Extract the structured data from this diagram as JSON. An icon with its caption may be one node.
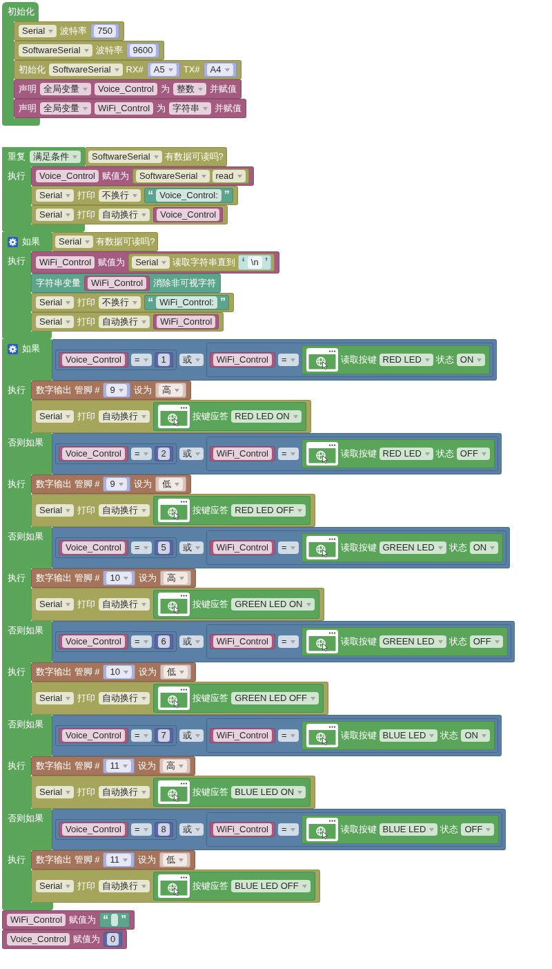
{
  "diagram": {
    "nodes": [
      {
        "text": [
          "初始化"
        ]
      },
      {
        "text": [
          "Serial",
          "波特率"
        ]
      },
      {
        "text": [
          "750"
        ],
        "in": 1
      },
      {
        "text": [
          "SoftwareSerial",
          "波特率"
        ]
      },
      {
        "text": [
          "9600"
        ],
        "in": 3
      },
      {
        "text": [
          "初始化",
          "SoftwareSerial",
          "RX#",
          "TX#"
        ]
      },
      {
        "text": [
          "A5"
        ],
        "in": 5
      },
      {
        "text": [
          "A4"
        ],
        "in": 5
      },
      {
        "text": [
          "声明",
          "全局变量",
          "Voice_Control",
          "为",
          "整数",
          "并赋值"
        ]
      },
      {
        "text": [
          "声明",
          "全局变量",
          "WiFi_Control",
          "为",
          "字符串",
          "并赋值"
        ]
      },
      {
        "text": [
          "重复",
          "满足条件",
          "执行"
        ]
      },
      {
        "text": [
          "SoftwareSerial",
          "有数据可读吗?"
        ]
      },
      {
        "text": [
          "Voice_Control",
          "赋值为"
        ]
      },
      {
        "text": [
          "SoftwareSerial",
          "read"
        ],
        "in": 12
      },
      {
        "text": [
          "Serial",
          "打印",
          "不换行"
        ]
      },
      {
        "text": [
          "“",
          "Voice_Control:",
          "”"
        ],
        "in": 14
      },
      {
        "text": [
          "Serial",
          "打印",
          "自动换行"
        ]
      },
      {
        "text": [
          "Voice_Control"
        ],
        "in": 16
      },
      {
        "text": [
          "如果",
          "执行"
        ]
      },
      {
        "text": [
          "Serial",
          "有数据可读吗?"
        ]
      },
      {
        "text": [
          "WiFi_Control",
          "赋值为"
        ]
      },
      {
        "text": [
          "Serial",
          "读取字符串直到"
        ],
        "in": 20
      },
      {
        "text": [
          "‘",
          "\\n",
          "’"
        ],
        "in": 21
      },
      {
        "text": [
          "字符串变量",
          "消除非可视字符"
        ]
      },
      {
        "text": [
          "WiFi_Control"
        ],
        "in": 23
      },
      {
        "text": [
          "Serial",
          "打印",
          "不换行"
        ]
      },
      {
        "text": [
          "“",
          "WiFi_Control:",
          "”"
        ],
        "in": 25
      },
      {
        "text": [
          "Serial",
          "打印",
          "自动换行"
        ]
      },
      {
        "text": [
          "WiFi_Control"
        ],
        "in": 27
      },
      {
        "text": [
          "如果",
          "执行",
          "否则如果",
          "执行",
          "否则如果",
          "执行",
          "否则如果",
          "执行",
          "否则如果",
          "执行",
          "否则如果",
          "执行"
        ]
      },
      {
        "text": [
          "或"
        ]
      },
      {
        "text": [
          "="
        ],
        "in": 30
      },
      {
        "text": [
          "Voice_Control"
        ],
        "in": 31
      },
      {
        "text": [
          "1"
        ],
        "in": 31
      },
      {
        "text": [
          "="
        ],
        "in": 30
      },
      {
        "text": [
          "WiFi_Control"
        ],
        "in": 34
      },
      {
        "text": [
          "读取按键",
          "RED LED",
          "状态",
          "ON"
        ],
        "in": 34
      },
      {
        "text": [
          "数字输出 管脚 #",
          "设为"
        ]
      },
      {
        "text": [
          "9"
        ],
        "in": 37
      },
      {
        "text": [
          "高"
        ],
        "in": 37
      },
      {
        "text": [
          "Serial",
          "打印",
          "自动换行"
        ]
      },
      {
        "text": [
          "按键应答",
          "RED LED ON"
        ],
        "in": 40
      },
      {
        "text": [
          "或"
        ]
      },
      {
        "text": [
          "="
        ],
        "in": 42
      },
      {
        "text": [
          "Voice_Control"
        ],
        "in": 43
      },
      {
        "text": [
          "2"
        ],
        "in": 43
      },
      {
        "text": [
          "="
        ],
        "in": 42
      },
      {
        "text": [
          "WiFi_Control"
        ],
        "in": 46
      },
      {
        "text": [
          "读取按键",
          "RED LED",
          "状态",
          "OFF"
        ],
        "in": 46
      },
      {
        "text": [
          "数字输出 管脚 #",
          "设为"
        ]
      },
      {
        "text": [
          "9"
        ],
        "in": 49
      },
      {
        "text": [
          "低"
        ],
        "in": 49
      },
      {
        "text": [
          "Serial",
          "打印",
          "自动换行"
        ]
      },
      {
        "text": [
          "按键应答",
          "RED LED OFF"
        ],
        "in": 52
      },
      {
        "text": [
          "或"
        ]
      },
      {
        "text": [
          "="
        ],
        "in": 54
      },
      {
        "text": [
          "Voice_Control"
        ],
        "in": 55
      },
      {
        "text": [
          "5"
        ],
        "in": 55
      },
      {
        "text": [
          "="
        ],
        "in": 54
      },
      {
        "text": [
          "WiFi_Control"
        ],
        "in": 58
      },
      {
        "text": [
          "读取按键",
          "GREEN LED",
          "状态",
          "ON"
        ],
        "in": 58
      },
      {
        "text": [
          "数字输出 管脚 #",
          "设为"
        ]
      },
      {
        "text": [
          "10"
        ],
        "in": 61
      },
      {
        "text": [
          "高"
        ],
        "in": 61
      },
      {
        "text": [
          "Serial",
          "打印",
          "自动换行"
        ]
      },
      {
        "text": [
          "按键应答",
          "GREEN LED ON"
        ],
        "in": 64
      },
      {
        "text": [
          "或"
        ]
      },
      {
        "text": [
          "="
        ],
        "in": 66
      },
      {
        "text": [
          "Voice_Control"
        ],
        "in": 67
      },
      {
        "text": [
          "6"
        ],
        "in": 67
      },
      {
        "text": [
          "="
        ],
        "in": 66
      },
      {
        "text": [
          "WiFi_Control"
        ],
        "in": 70
      },
      {
        "text": [
          "读取按键",
          "GREEN LED",
          "状态",
          "OFF"
        ],
        "in": 70
      },
      {
        "text": [
          "数字输出 管脚 #",
          "设为"
        ]
      },
      {
        "text": [
          "10"
        ],
        "in": 73
      },
      {
        "text": [
          "低"
        ],
        "in": 73
      },
      {
        "text": [
          "Serial",
          "打印",
          "自动换行"
        ]
      },
      {
        "text": [
          "按键应答",
          "GREEN LED OFF"
        ],
        "in": 76
      },
      {
        "text": [
          "或"
        ]
      },
      {
        "text": [
          "="
        ],
        "in": 78
      },
      {
        "text": [
          "Voice_Control"
        ],
        "in": 79
      },
      {
        "text": [
          "7"
        ],
        "in": 79
      },
      {
        "text": [
          "="
        ],
        "in": 78
      },
      {
        "text": [
          "WiFi_Control"
        ],
        "in": 82
      },
      {
        "text": [
          "读取按键",
          "BLUE LED",
          "状态",
          "ON"
        ],
        "in": 82
      },
      {
        "text": [
          "数字输出 管脚 #",
          "设为"
        ]
      },
      {
        "text": [
          "11"
        ],
        "in": 85
      },
      {
        "text": [
          "高"
        ],
        "in": 85
      },
      {
        "text": [
          "Serial",
          "打印",
          "自动换行"
        ]
      },
      {
        "text": [
          "按键应答",
          "BLUE LED ON"
        ],
        "in": 88
      },
      {
        "text": [
          "或"
        ]
      },
      {
        "text": [
          "="
        ],
        "in": 90
      },
      {
        "text": [
          "Voice_Control"
        ],
        "in": 91
      },
      {
        "text": [
          "8"
        ],
        "in": 91
      },
      {
        "text": [
          "="
        ],
        "in": 90
      },
      {
        "text": [
          "WiFi_Control"
        ],
        "in": 94
      },
      {
        "text": [
          "读取按键",
          "BLUE LED",
          "状态",
          "OFF"
        ],
        "in": 94
      },
      {
        "text": [
          "数字输出 管脚 #",
          "设为"
        ]
      },
      {
        "text": [
          "11"
        ],
        "in": 97
      },
      {
        "text": [
          "低"
        ],
        "in": 97
      },
      {
        "text": [
          "Serial",
          "打印",
          "自动换行"
        ]
      },
      {
        "text": [
          "按键应答",
          "BLUE LED OFF"
        ],
        "in": 100
      },
      {
        "text": [
          "WiFi_Control",
          "赋值为"
        ]
      },
      {
        "text": [
          "“",
          "”"
        ],
        "in": 102
      },
      {
        "text": [
          "Voice_Control",
          "赋值为"
        ]
      },
      {
        "text": [
          "0"
        ],
        "in": 104
      }
    ]
  }
}
